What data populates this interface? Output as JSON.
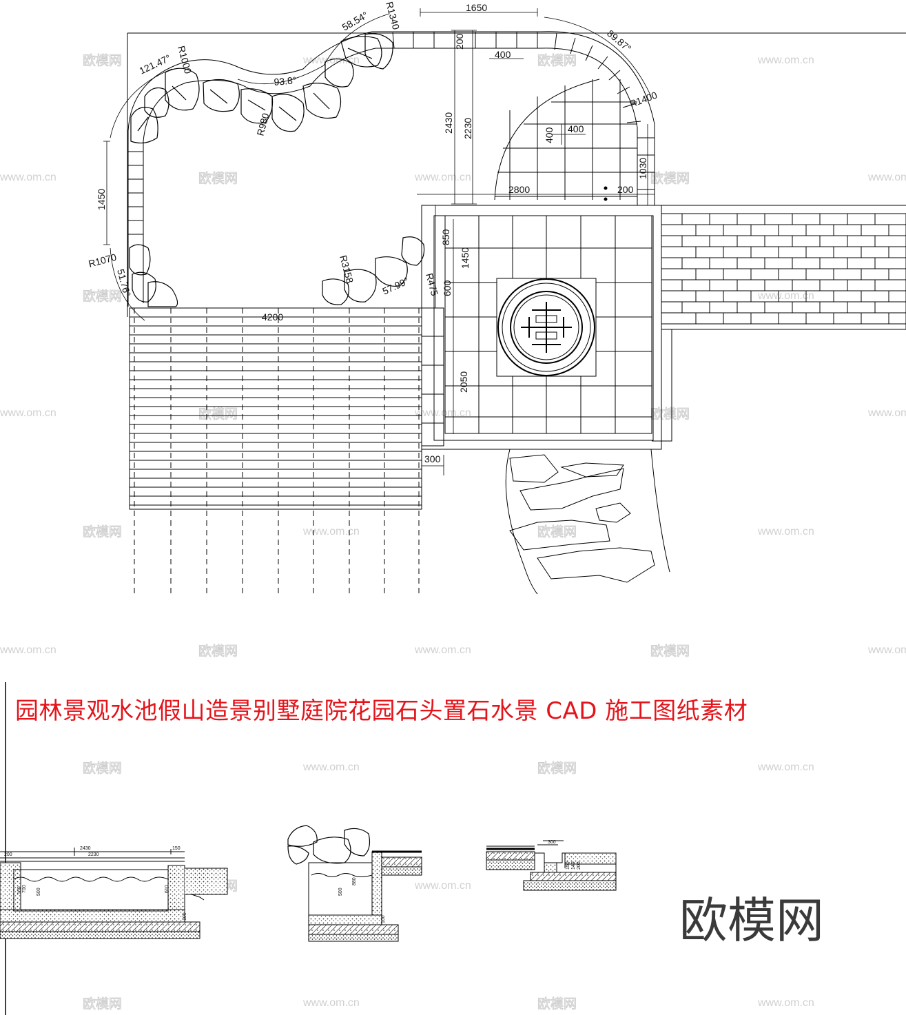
{
  "title": "园林景观水池假山造景别墅庭院花园石头置石水景 CAD 施工图纸素材",
  "brand": "欧模网",
  "watermark": {
    "cn": "欧模网",
    "url": "www.om.cn"
  },
  "plan_dims": {
    "d1650": "1650",
    "d58": "58.54°",
    "r1340": "R1340",
    "d200a": "200",
    "d89": "89.87°",
    "d400a": "400",
    "d121": "121.47°",
    "r1000": "R1000",
    "d93": "93.8°",
    "r980": "R980",
    "r1400": "R1400",
    "d2430": "2430",
    "d2230": "2230",
    "d400b": "400",
    "d400c": "400",
    "d1030": "1030",
    "d2800": "2800",
    "d200b": "200",
    "d1450a": "1450",
    "d850": "850",
    "d1450b": "1450",
    "r1070": "R1070",
    "d51": "51.76°",
    "r3158": "R3158",
    "d57": "57.99°",
    "r475": "R475",
    "d600": "600",
    "d4200": "4200",
    "d2050": "2050",
    "d300": "300"
  },
  "section_dims": {
    "s2430": "2430",
    "s150": "150",
    "s200": "200",
    "s2230": "2230",
    "s160": "160",
    "s200b": "200",
    "s700": "700",
    "s500": "500",
    "s610": "610",
    "s100": "100",
    "s500b": "500",
    "s880": "880",
    "s100b": "100",
    "s300": "300",
    "s150b": "150",
    "s140": "140"
  }
}
